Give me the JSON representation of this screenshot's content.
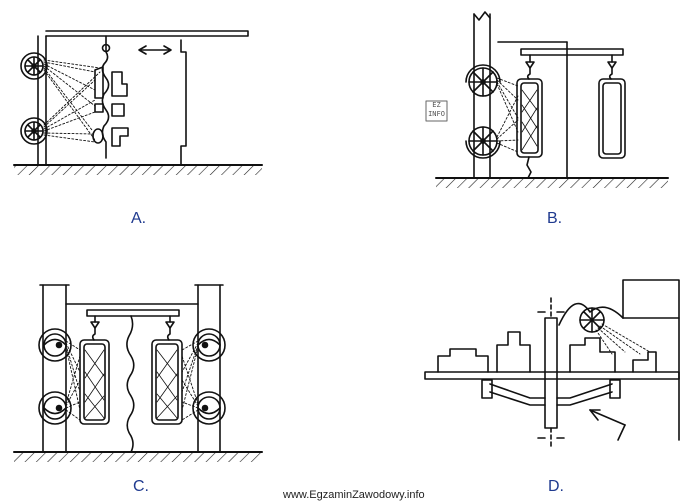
{
  "labels": {
    "a": "A.",
    "b": "B.",
    "c": "C.",
    "d": "D."
  },
  "footer": "www.EgzaminZawodowy.info",
  "stamp": {
    "line1": "EZ",
    "line2": "INFO"
  }
}
